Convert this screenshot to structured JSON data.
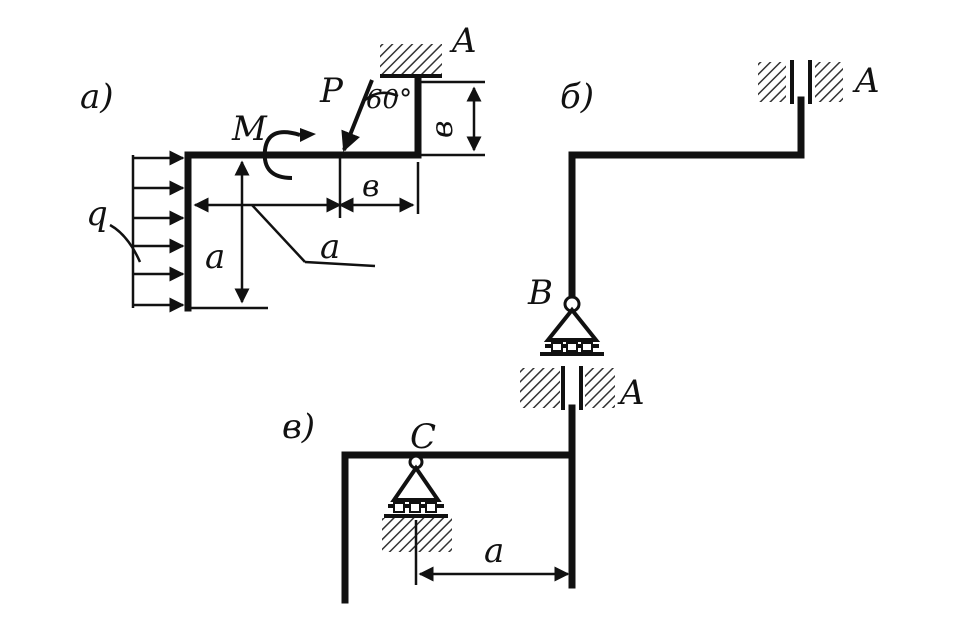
{
  "labels": {
    "part_a": "a)",
    "part_b": "б)",
    "part_v": "в)",
    "load_q": "q",
    "moment_M": "M",
    "force_P": "P",
    "angle": "60°",
    "support_A_a": "A",
    "support_A_b": "A",
    "support_A_v": "A",
    "hinge_B": "B",
    "hinge_C": "C",
    "dim_a_vertical": "a",
    "dim_a_horizontal": "a",
    "dim_b_horizontal": "в",
    "dim_b_vertical": "в",
    "dim_a_v": "a"
  },
  "colors": {
    "ink": "#111111",
    "hatch": "#444444",
    "paper": "#ffffff"
  }
}
